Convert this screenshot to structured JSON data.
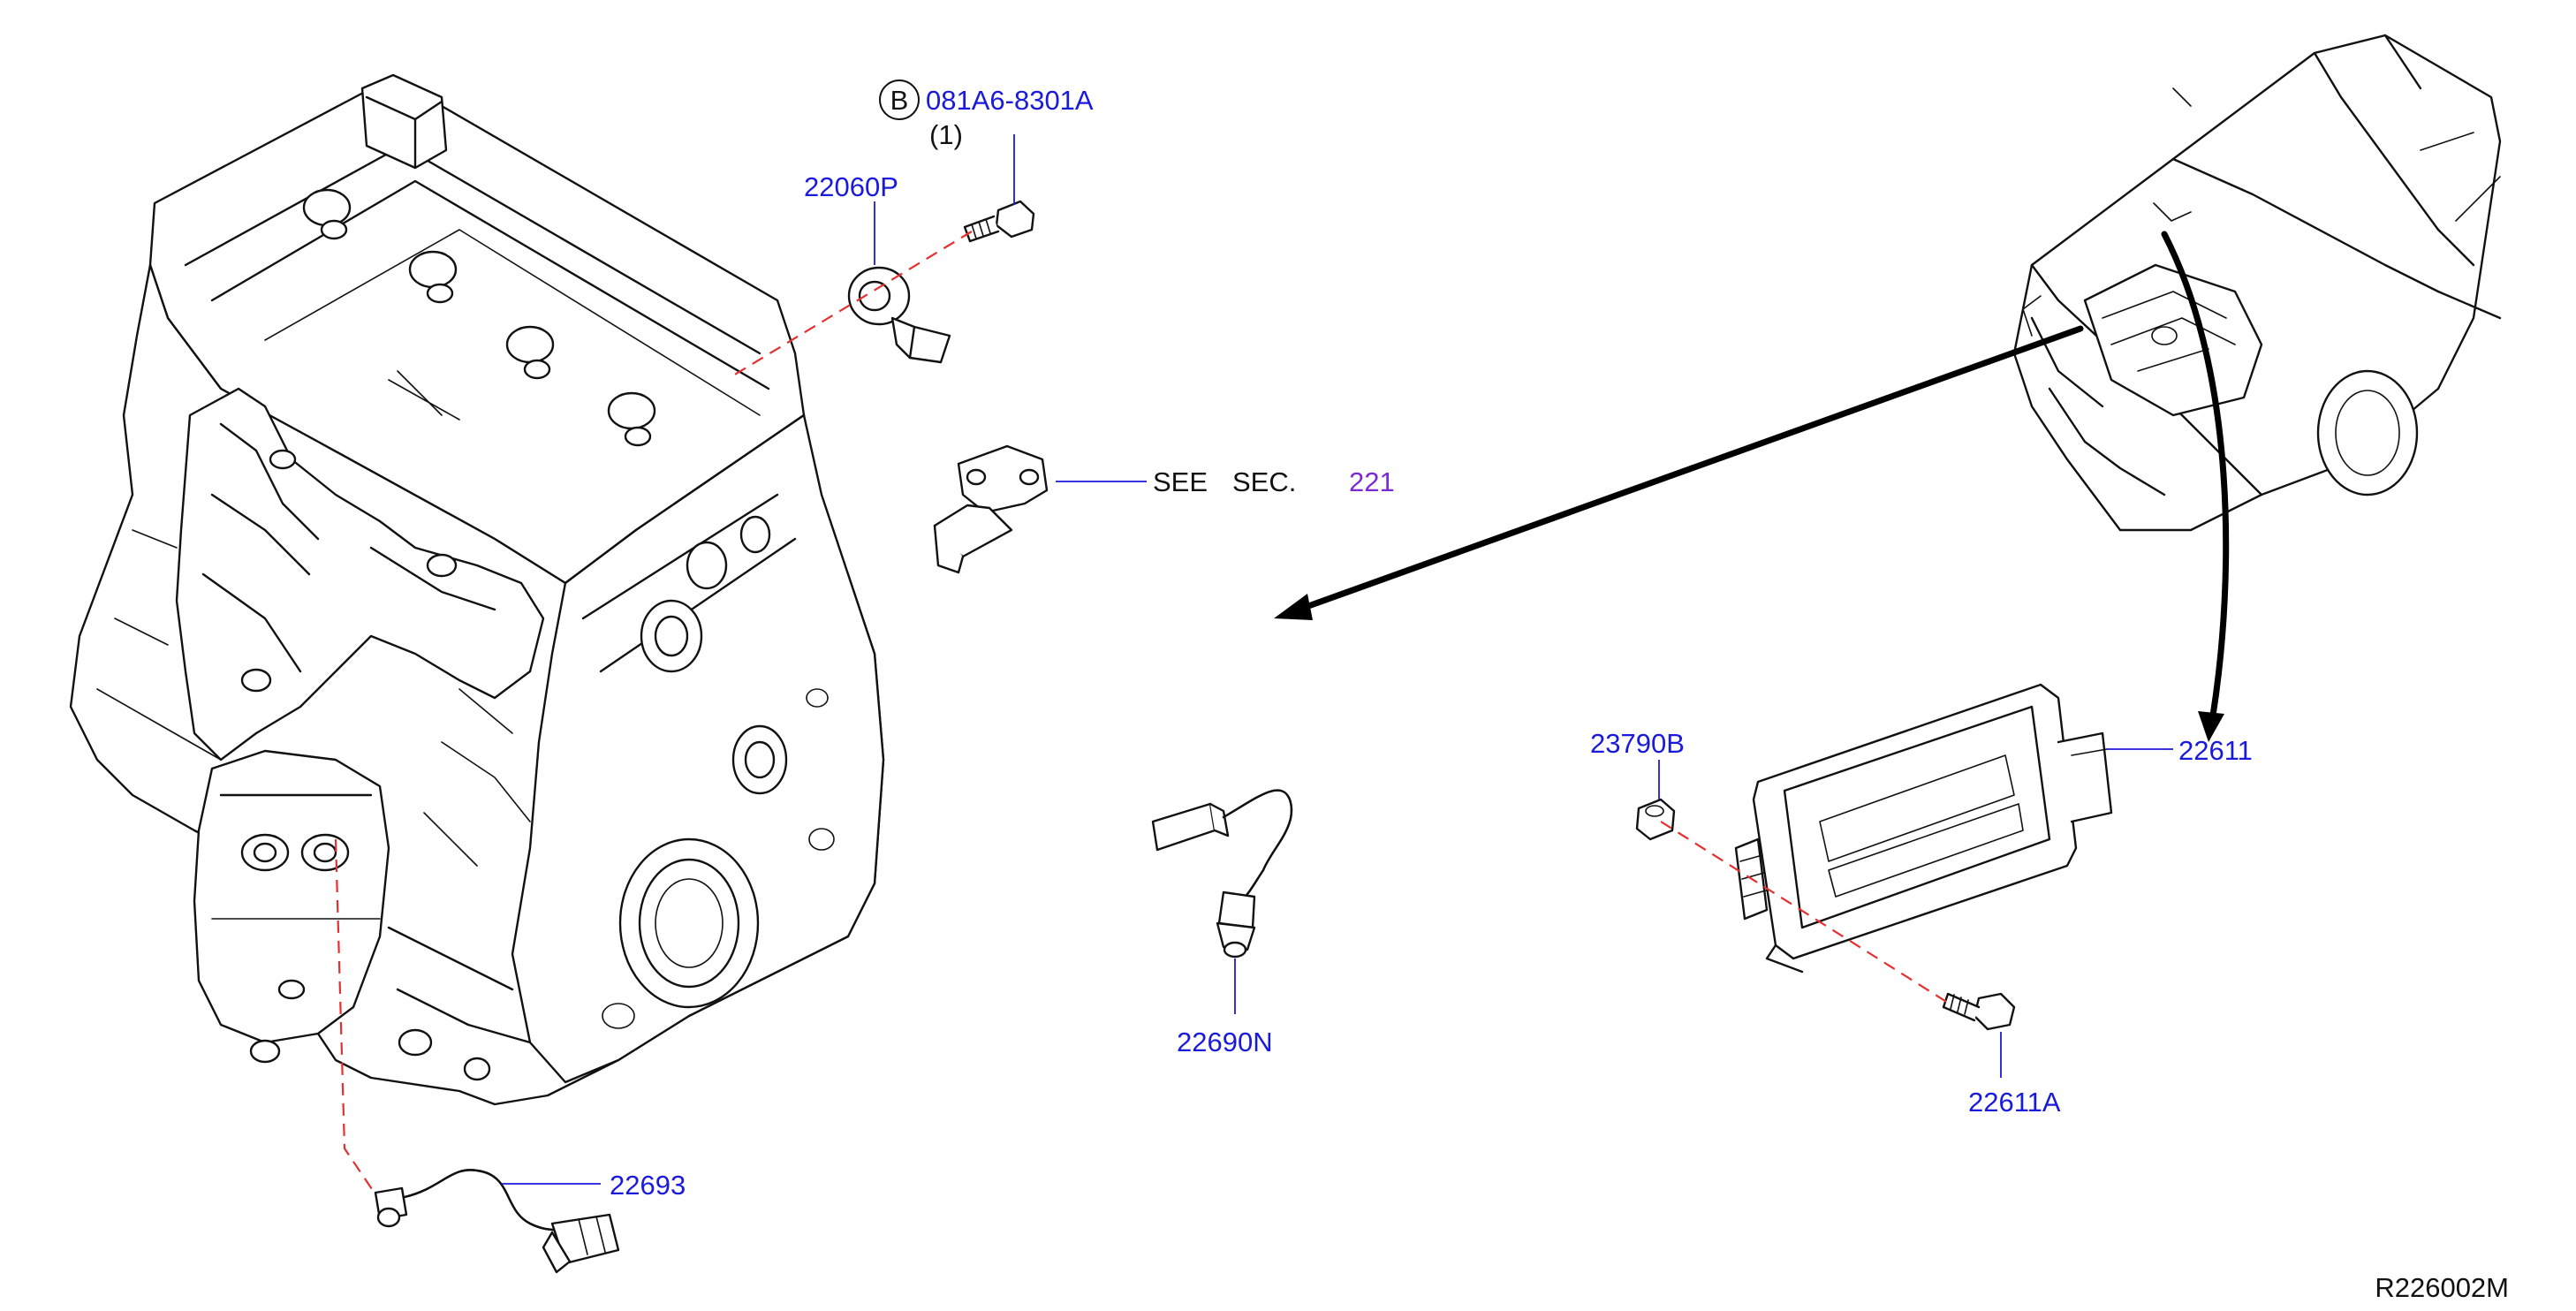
{
  "labels": {
    "bolt_ref_letter": "B",
    "bolt_part": "081A6-8301A",
    "bolt_qty": "(1)",
    "knock_sensor": "22060P",
    "cam_sensor_see": "SEE",
    "cam_sensor_sec": "SEC.",
    "cam_sensor_section": "221",
    "rear_o2_sensor": "22690N",
    "front_o2_sensor": "22693",
    "ecm_nut": "23790B",
    "ecm_module": "22611",
    "ecm_bolt": "22611A",
    "diagram_id": "R226002M"
  },
  "colors": {
    "part_label": "#1a1adc",
    "section_ref": "#7a2ad6",
    "dash_line": "#e53030",
    "outline": "#111111"
  }
}
